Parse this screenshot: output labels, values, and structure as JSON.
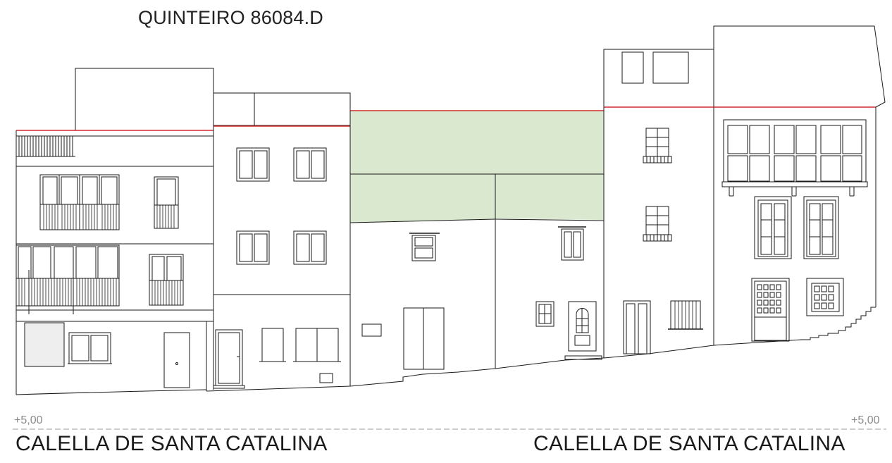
{
  "drawing": {
    "title": "QUINTEIRO 86084.D",
    "level_left": "+5,00",
    "level_right": "+5,00",
    "street_left": "CALELLA DE SANTA CATALINA",
    "street_right": "CALELLA DE SANTA CATALINA"
  },
  "colors": {
    "line": "#1a1a1a",
    "roofline": "#d42a2a",
    "infill": "#d9e8cf",
    "datum": "#9a9a9a"
  }
}
